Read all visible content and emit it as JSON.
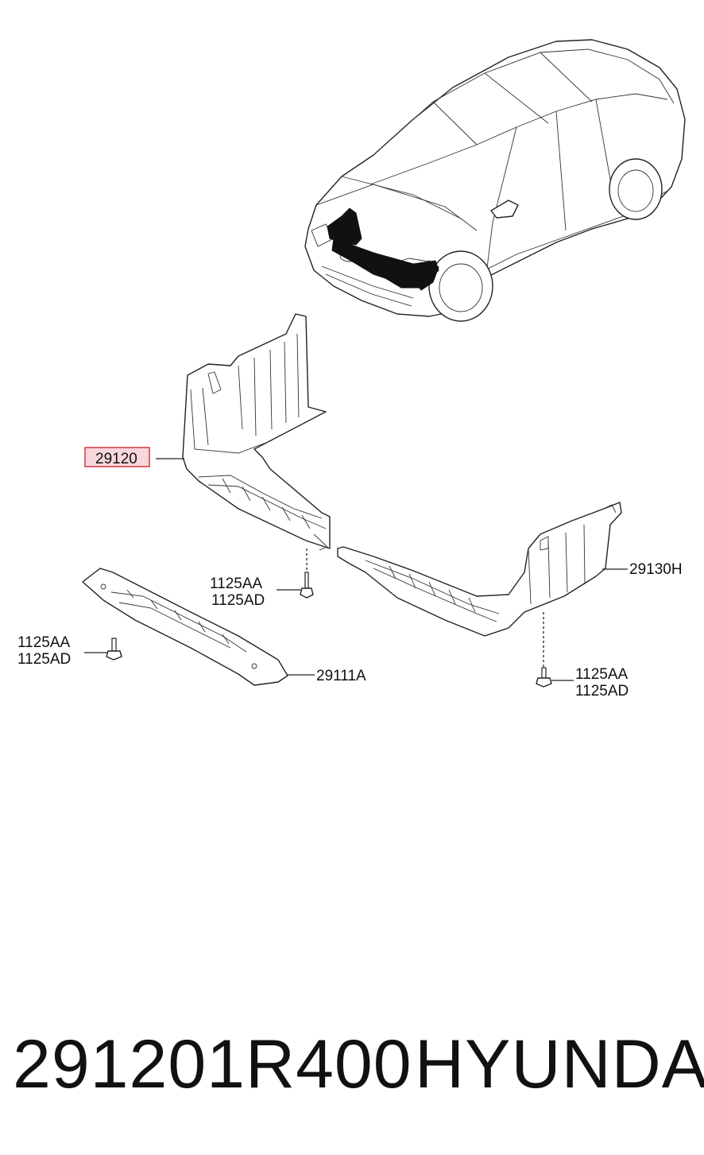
{
  "parts": {
    "main_cover": "29120",
    "rh_cover": "29130H",
    "front_cover": "29111A"
  },
  "fasteners": {
    "center_top": "1125AA",
    "center_bottom": "1125AD",
    "left_top": "1125AA",
    "left_bottom": "1125AD",
    "right_top": "1125AA",
    "right_bottom": "1125AD"
  },
  "caption": {
    "part_number": "291201R400",
    "brand": "HYUNDAI"
  },
  "colors": {
    "highlight_fill": "#f8d7dc",
    "highlight_border": "#d9363e",
    "ink": "#111111"
  }
}
